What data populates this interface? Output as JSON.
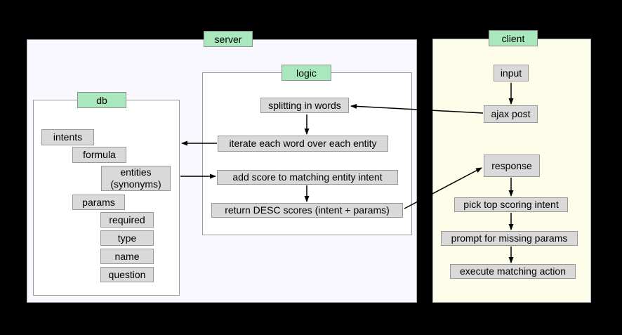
{
  "server": {
    "label": "server",
    "db": {
      "label": "db",
      "fields": [
        {
          "label": "intents"
        },
        {
          "label": "formula"
        },
        {
          "label": "entities (synonyms)"
        },
        {
          "label": "params"
        },
        {
          "label": "required"
        },
        {
          "label": "type"
        },
        {
          "label": "name"
        },
        {
          "label": "question"
        }
      ]
    },
    "logic": {
      "label": "logic",
      "steps": [
        {
          "label": "splitting in words"
        },
        {
          "label": "iterate each word over each entity"
        },
        {
          "label": "add score to matching entity intent"
        },
        {
          "label": "return DESC scores (intent + params)"
        }
      ]
    }
  },
  "client": {
    "label": "client",
    "steps": [
      {
        "label": "input"
      },
      {
        "label": "ajax post"
      },
      {
        "label": "response"
      },
      {
        "label": "pick top scoring intent"
      },
      {
        "label": "prompt for missing params"
      },
      {
        "label": "execute matching action"
      }
    ]
  },
  "connections": [
    {
      "from": "input",
      "to": "ajax post"
    },
    {
      "from": "ajax post",
      "to": "splitting in words"
    },
    {
      "from": "splitting in words",
      "to": "iterate each word over each entity"
    },
    {
      "from": "iterate each word over each entity",
      "to": "db"
    },
    {
      "from": "db entities",
      "to": "add score to matching entity intent"
    },
    {
      "from": "add score to matching entity intent",
      "to": "return DESC scores (intent + params)"
    },
    {
      "from": "return DESC scores (intent + params)",
      "to": "response"
    },
    {
      "from": "response",
      "to": "pick top scoring intent"
    },
    {
      "from": "pick top scoring intent",
      "to": "prompt for missing params"
    },
    {
      "from": "prompt for missing params",
      "to": "execute matching action"
    }
  ],
  "colors": {
    "page_background": "#000000",
    "server_background": "#f8f8fe",
    "client_background": "#fdfdea",
    "panel_background": "#ffffff",
    "node_background": "#d9d9d9",
    "node_border": "#989898",
    "group_label_background": "#a9e8bc",
    "arrow": "#000000"
  }
}
